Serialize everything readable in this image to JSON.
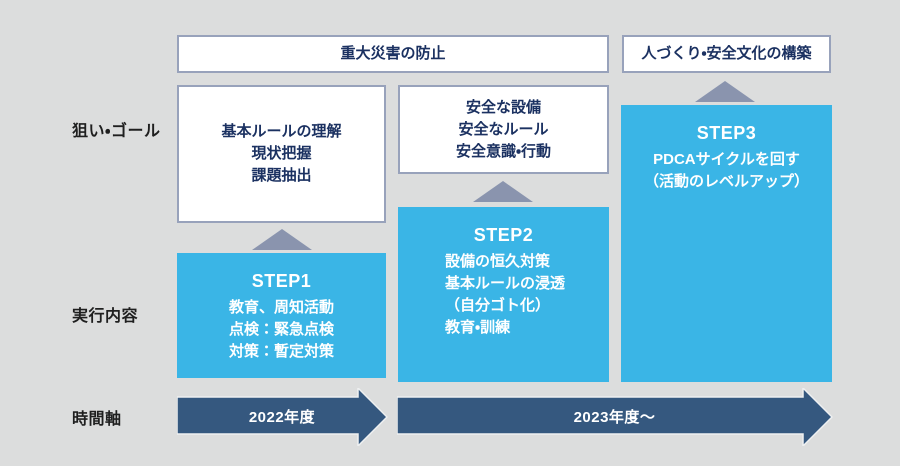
{
  "colors": {
    "background": "#dcdddd",
    "accent_blue": "#3ab5e6",
    "navy": "#35587f",
    "triangle": "#8a94ae",
    "box_border": "#98a2bb",
    "text_dark": "#1b3161",
    "label_text": "#1f1f1f",
    "white": "#ffffff"
  },
  "row_labels": {
    "goal": "狙い・ゴール",
    "execution": "実行内容",
    "timeline": "時間軸"
  },
  "top_goals": {
    "left": "重大災害の防止",
    "right": "人づくり・安全文化の構築"
  },
  "goal_boxes": {
    "step1": {
      "lines": [
        "基本ルールの理解",
        "現状把握",
        "課題抽出"
      ]
    },
    "step2": {
      "lines": [
        "安全な設備",
        "安全なルール",
        "安全意識・行動"
      ]
    }
  },
  "steps": {
    "step1": {
      "title": "STEP1",
      "lines": [
        "教育、周知活動",
        "点検：緊急点検",
        "対策：暫定対策"
      ]
    },
    "step2": {
      "title": "STEP2",
      "lines": [
        "設備の恒久対策",
        "基本ルールの浸透",
        "（自分ゴト化）",
        "教育・訓練"
      ]
    },
    "step3": {
      "title": "STEP3",
      "lines": [
        "PDCAサイクルを回す",
        "（活動のレベルアップ）"
      ]
    }
  },
  "timeline": {
    "arrow1_label": "2022年度",
    "arrow2_label": "2023年度〜"
  }
}
